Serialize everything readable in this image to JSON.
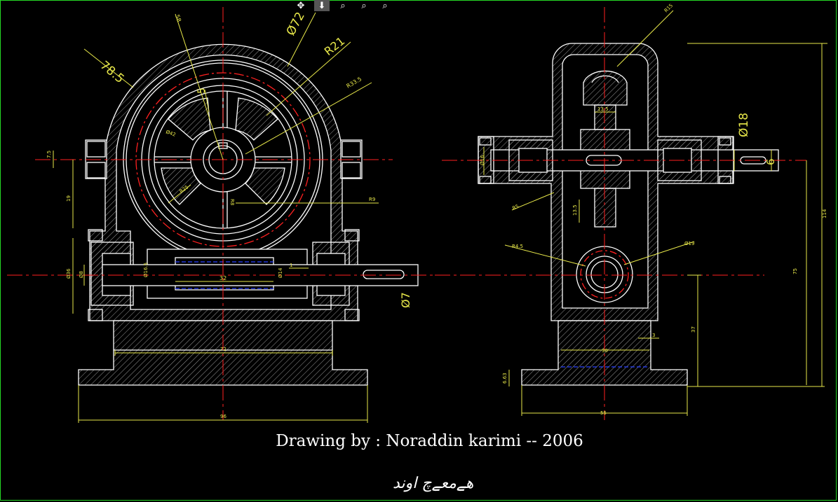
{
  "toolbar": {
    "tools": [
      "pan-icon",
      "pan-down-icon",
      "zoom-realtime-icon",
      "zoom-window-icon",
      "zoom-previous-icon"
    ],
    "active_index": 1
  },
  "colors": {
    "outline": "#ffffff",
    "center": "#ff2020",
    "dim": "#e8e84a",
    "hatch": "#9a9a9a",
    "hidden": "#2840ff",
    "frame": "#26d926"
  },
  "front": {
    "dims": {
      "d785": "78.5",
      "d72": "Ø72",
      "r21": "R21",
      "r335": "R33.5",
      "d58": "58",
      "d5": "5",
      "d42": "Ø42",
      "r25": "R25",
      "r9": "R9",
      "r8": "R8",
      "d75": "7.5",
      "d19": "19",
      "d36": "Ø36",
      "d8": "Ø8",
      "d165": "Ø16.5",
      "d32": "32",
      "d14": "Ø14",
      "d1": "1",
      "phi7": "Ø7",
      "d72w": "72",
      "d96": "96"
    }
  },
  "side": {
    "dims": {
      "d18": "Ø18",
      "d6": "6",
      "r15": "R15",
      "d135a": "13.5",
      "d135b": "13.5",
      "r5": "R5",
      "d16": "Ø16",
      "r45": "R4.5",
      "d19c": "Ø19",
      "d114": "114",
      "d75": "75",
      "d37": "37",
      "d30": "30",
      "d3": "3",
      "d663": "6.63",
      "d55": "55"
    }
  },
  "credit": "Drawing by : Noraddin karimi -- 2006",
  "signature": "ھےمعےچ اوند"
}
